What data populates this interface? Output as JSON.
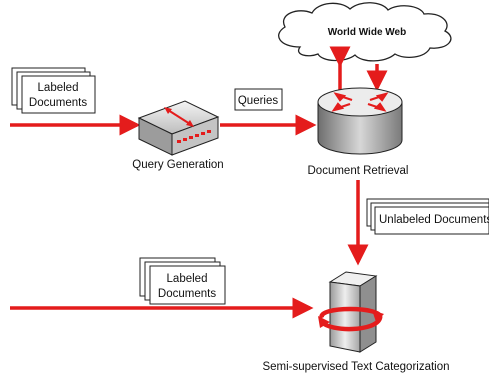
{
  "cloud": {
    "label": "World Wide Web"
  },
  "inputs": {
    "top_docs": {
      "line1": "Labeled",
      "line2": "Documents"
    },
    "bottom_docs": {
      "line1": "Labeled",
      "line2": "Documents"
    },
    "unlabeled_docs": {
      "label": "Unlabeled  Documents"
    }
  },
  "edges": {
    "queries": "Queries"
  },
  "nodes": {
    "query_generation": "Query Generation",
    "document_retrieval": "Document Retrieval",
    "text_categorization": "Semi-supervised Text Categorization"
  },
  "colors": {
    "arrow": "#e41c1c",
    "outline": "#222222"
  }
}
